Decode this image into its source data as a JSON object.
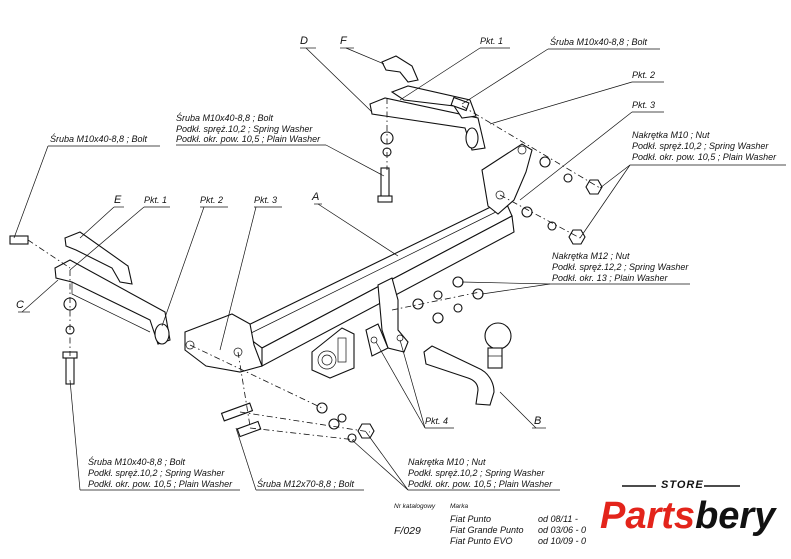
{
  "labels": {
    "A": "A",
    "B": "B",
    "C": "C",
    "D": "D",
    "E": "E",
    "F": "F",
    "pkt1": "Pkt. 1",
    "pkt2": "Pkt. 2",
    "pkt3": "Pkt. 3",
    "pkt4": "Pkt. 4"
  },
  "callouts": {
    "bolt_top_right": "Śruba M10x40-8,8 ; Bolt",
    "bolt_left": "Śruba M10x40-8,8 ; Bolt",
    "bolt_mid_1": "Śruba M10x40-8,8 ; Bolt",
    "bolt_mid_2": "Podkł. spręż.10,2 ; Spring Washer",
    "bolt_mid_3": "Podkł. okr. pow. 10,5 ; Plain Washer",
    "nut_right_1": "Nakrętka M10 ; Nut",
    "nut_right_2": "Podkł. spręż.10,2 ; Spring Washer",
    "nut_right_3": "Podkł. okr. pow. 10,5 ; Plain Washer",
    "nut12_1": "Nakrętka M12 ; Nut",
    "nut12_2": "Podkł. spręż.12,2 ; Spring Washer",
    "nut12_3": "Podkł. okr. 13 ; Plain Washer",
    "bolt_bottom_1": "Śruba M10x40-8,8 ; Bolt",
    "bolt_bottom_2": "Podkł. spręż.10,2 ; Spring Washer",
    "bolt_bottom_3": "Podkł. okr. pow. 10,5 ; Plain Washer",
    "bolt12": "Śruba M12x70-8,8 ; Bolt",
    "nut_bottom_1": "Nakrętka M10 ; Nut",
    "nut_bottom_2": "Podkł. spręż.10,2 ; Spring Washer",
    "nut_bottom_3": "Podkł. okr. pow. 10,5 ; Plain Washer"
  },
  "table": {
    "head_catalog": "Nr katalogowy",
    "head_brand": "Marka",
    "catalog_no": "F/029",
    "rows": [
      {
        "model": "Fiat Punto",
        "date": "od 08/11 - "
      },
      {
        "model": "Fiat Grande Punto",
        "date": "od 03/06 - 0"
      },
      {
        "model": "Fiat Punto EVO",
        "date": "od 10/09 - 0"
      }
    ]
  },
  "brand": {
    "store": "STORE",
    "name_red": "Parts",
    "name_black": "bery",
    "color_red": "#e3241b",
    "color_black": "#111111"
  }
}
